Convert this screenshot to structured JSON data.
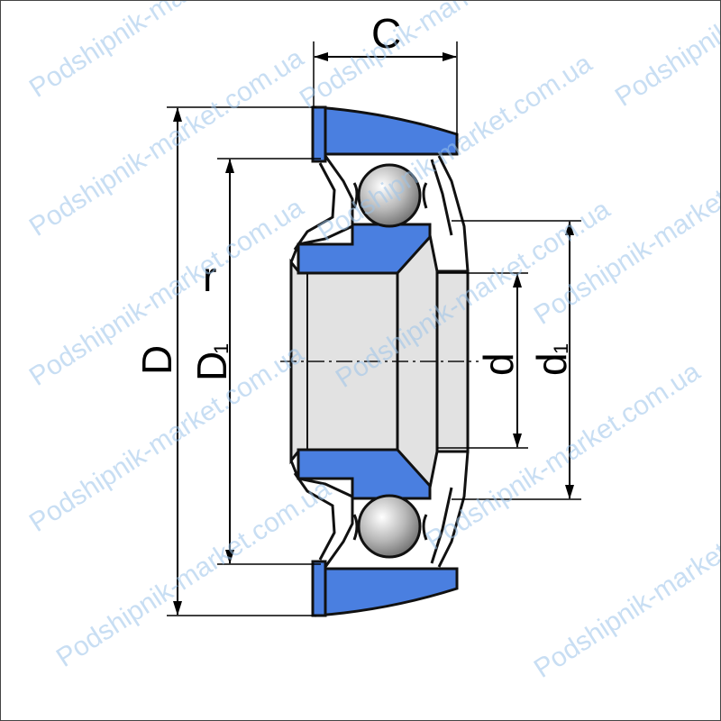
{
  "diagram": {
    "labels": {
      "C": "C",
      "D": "D",
      "D1_main": "D",
      "D1_sub": "1",
      "r": "r",
      "d": "d",
      "d1_main": "d",
      "d1_sub": "1"
    },
    "watermark": "Podshipnik-market.com.ua",
    "colors": {
      "housing_blue": "#4a7fe0",
      "inner_ring_gray": "#e2e2e2",
      "outline": "#111111",
      "watermark": "#9cc4ea",
      "ball_light": "#ffffff",
      "ball_dark": "#7a7a7a"
    }
  }
}
